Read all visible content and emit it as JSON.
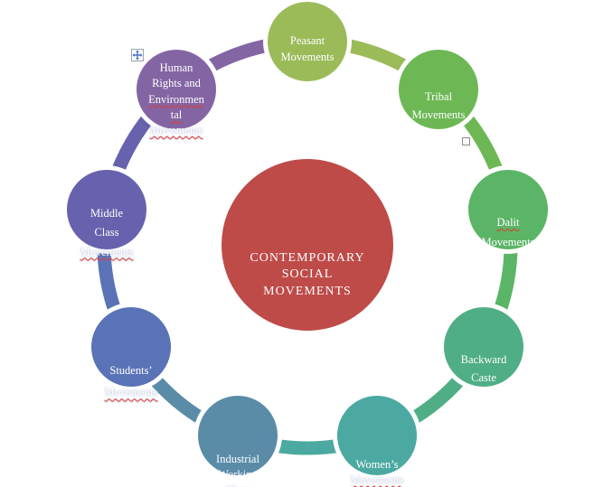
{
  "diagram": {
    "title": "Contemporary Social Movements cycle diagram",
    "center": {
      "label": "CONTEMPORARY SOCIAL MOVEMENTS",
      "color": "#be4b48",
      "text_color": "#ffffff"
    },
    "nodes": [
      {
        "id": "peasant-movements",
        "color": "#9bbb59",
        "lines": [
          {
            "text": "Peasant"
          },
          {
            "text": "Movements"
          }
        ]
      },
      {
        "id": "tribal-movements",
        "color": "#6db855",
        "lines": [
          {
            "text": "Tribal"
          },
          {
            "text": "Movements"
          }
        ]
      },
      {
        "id": "dalit-movements",
        "color": "#5bb566",
        "lines": [
          {
            "text": "Dalit",
            "misspelled": true
          },
          {
            "text": "Movements"
          }
        ]
      },
      {
        "id": "backward-caste",
        "color": "#4fae85",
        "lines": [
          {
            "text": "Backward"
          },
          {
            "text": "Caste"
          }
        ]
      },
      {
        "id": "womens-movements",
        "color": "#4ba9a2",
        "lines": [
          {
            "text": "Women’s"
          },
          {
            "text": "Movements",
            "misspelled": true,
            "ghost": true
          }
        ]
      },
      {
        "id": "industrial-working-class",
        "color": "#5a8ca8",
        "lines": [
          {
            "text": "Industrial"
          },
          {
            "text": "Working"
          },
          {
            "text": "Class",
            "misspelled": true,
            "ghost": true
          }
        ]
      },
      {
        "id": "students-movements",
        "color": "#5a73b6",
        "lines": [
          {
            "text": "Students’"
          },
          {
            "text": "Movements",
            "misspelled": true,
            "ghost": true
          }
        ]
      },
      {
        "id": "middle-class-movements",
        "color": "#6761ae",
        "lines": [
          {
            "text": "Middle"
          },
          {
            "text": "Class"
          },
          {
            "text": "Movements",
            "misspelled": true,
            "ghost": true
          }
        ]
      },
      {
        "id": "human-rights-environmental-movements",
        "color": "#8465a4",
        "lines": [
          {
            "text": "Human"
          },
          {
            "text": "Rights and"
          },
          {
            "text": "Environmen",
            "misspelled": true
          },
          {
            "text": "tal",
            "misspelled": true
          },
          {
            "text": "Movements",
            "misspelled": true,
            "ghost": true
          }
        ]
      }
    ],
    "icons": {
      "move_handle": "move-handle-icon",
      "anchor_handle": "resize-anchor-handle"
    },
    "spellcheck_underline_color": "#e03a2f"
  }
}
